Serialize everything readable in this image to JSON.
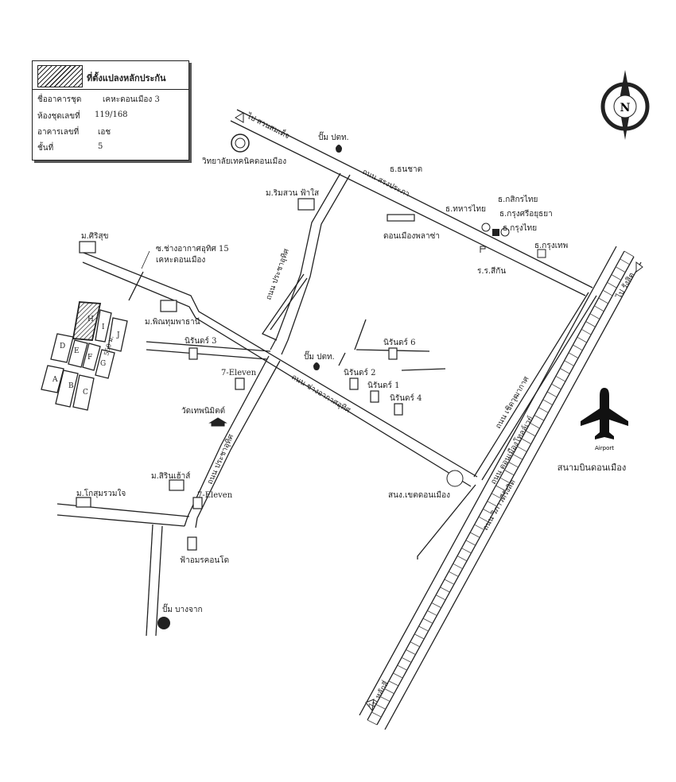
{
  "legend": {
    "title": "ที่ตั้งแปลงหลักประกัน",
    "rows": [
      {
        "label": "ชื่ออาคารชุด",
        "value": "เคหะดอนเมือง 3"
      },
      {
        "label": "ห้องชุดเลขที่",
        "value": "119/168"
      },
      {
        "label": "อาคารเลขที่",
        "value": "เอช"
      },
      {
        "label": "ชั้นที่",
        "value": "5"
      }
    ]
  },
  "compass": {
    "letter": "N"
  },
  "airport": {
    "icon_caption": "Airport",
    "name": "สนามบินดอนเมือง"
  },
  "roads": {
    "to_suan_somdet": "ไป สวนสมเด็จ",
    "songprapa": "ถนน สรงประภา",
    "prachauthit_upper": "ถนน ประชาอุทิศ",
    "prachauthit_lower": "ถนน ประชาอุทิศ",
    "chang_akat_uthit": "ถนน ช่างอากาศอุทิศ",
    "to_rangsit": "ไป รังสิต",
    "choet_wutthakat": "ถนน เชิดวุฒากาศ",
    "donmueang_tollway": "ถนน ดอนเมืองโทลล์เวย์",
    "wiphawadi": "ถนน วิภาวดีรังสิต",
    "to_lak_si": "ไป หลักสี่",
    "distance": "550 ม."
  },
  "places": {
    "tech_college": "วิทยาลัยเทคนิคดอนเมือง",
    "ptt_top": "ปั๊ม ปตท.",
    "bank_thanachart": "ธ.ธนชาต",
    "bank_tmb": "ธ.ทหารไทย",
    "bank_kbank": "ธ.กสิกรไทย",
    "bank_krungsri": "ธ.กรุงศรีอยุธยา",
    "bank_ktb": "ธ.กรุงไทย",
    "bank_bbl": "ธ.กรุงเทพ",
    "donmueang_plaza": "ดอนเมืองพลาซ่า",
    "school": "ร.ร.สีกัน",
    "rim_suan": "ม.ริมสวน ฟ้าใส",
    "sirisuk": "ม.ศิริสุข",
    "soi15": "ซ.ช่างอากาศอุทิศ 15",
    "keha_donmueang": "เคหะดอนเมือง",
    "phimchumpa": "ม.พิณทุมพาธานี",
    "nirun3": "นิรันดร์ 3",
    "nirun6": "นิรันดร์ 6",
    "nirun2": "นิรันดร์ 2",
    "nirun1": "นิรันดร์ 1",
    "nirun4": "นิรันดร์ 4",
    "ptt_mid": "ปั๊ม ปตท.",
    "seven_top": "7-Eleven",
    "seven_bottom": "7-Eleven",
    "wat": "วัดเทพนิมิตต์",
    "sirin": "ม.สิรินเฮ้าส์",
    "kosum": "ม.โกสุมรวมใจ",
    "police": "สนง.เขตดอนเมือง",
    "fa_amorn": "ฟ้าอมรคอนโด",
    "pump_bangchak": "ปั๊ม บางจาก"
  },
  "buildings": {
    "labels": [
      "H",
      "I",
      "J",
      "D",
      "E",
      "F",
      "G",
      "A",
      "B",
      "C"
    ]
  },
  "colors": {
    "ink": "#222222",
    "background": "#ffffff"
  }
}
